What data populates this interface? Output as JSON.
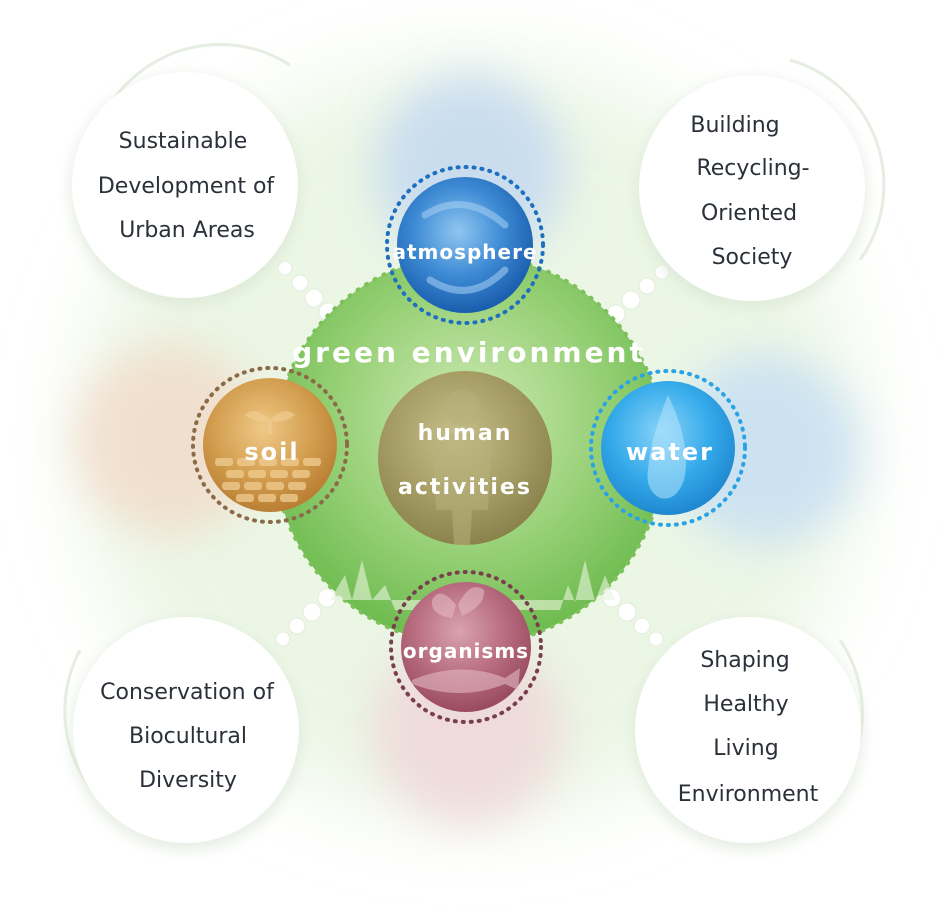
{
  "center": {
    "title": "green environment",
    "core_lines": [
      "human",
      "activities"
    ]
  },
  "elements": {
    "atmosphere": "atmosphere",
    "soil": "soil",
    "water": "water",
    "organisms": "organisms"
  },
  "goals": {
    "top_left": [
      "Sustainable",
      "Development of",
      "Urban Areas"
    ],
    "top_right": [
      "Building",
      "Recycling-",
      "Oriented",
      "Society"
    ],
    "bottom_left": [
      "Conservation of",
      "Biocultural",
      "Diversity"
    ],
    "bottom_right": [
      "Shaping",
      "Healthy",
      "Living",
      "Environment"
    ]
  },
  "colors": {
    "green": "#7cc15a",
    "atmosphere": "#1f6fc0",
    "soil": "#c89244",
    "water": "#2aa3e6",
    "organisms": "#a8556b",
    "human": "#8f8a52"
  }
}
